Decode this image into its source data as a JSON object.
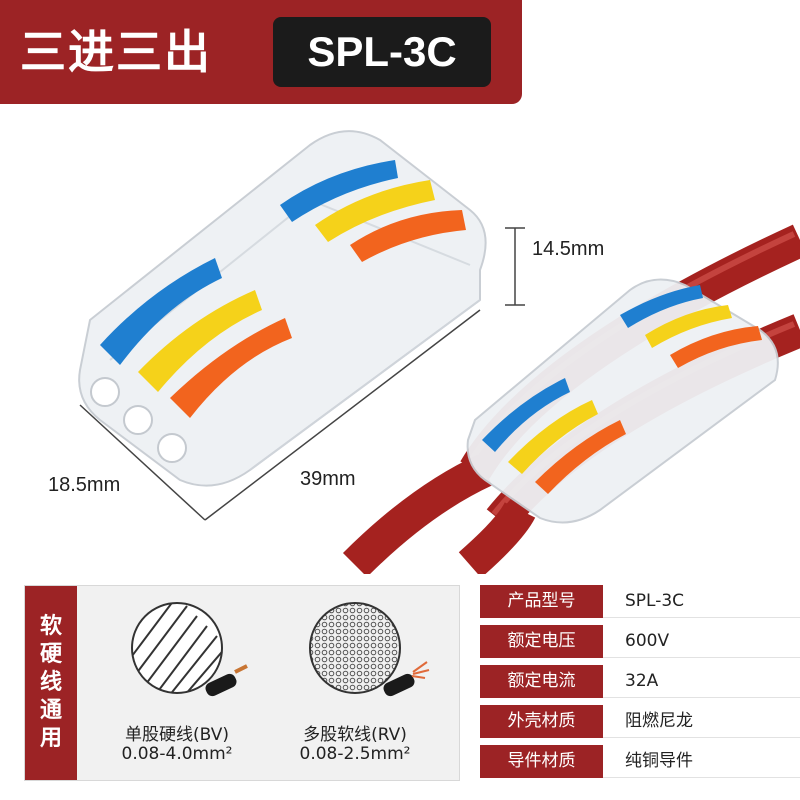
{
  "header": {
    "title": "三进三出",
    "model": "SPL-3C"
  },
  "dimensions": {
    "height": "14.5mm",
    "depth": "18.5mm",
    "length": "39mm"
  },
  "wire_panel": {
    "side_label": [
      "软",
      "硬",
      "线",
      "通",
      "用"
    ],
    "solid": {
      "name": "单股硬线(BV)",
      "range": "0.08-4.0mm²"
    },
    "stranded": {
      "name": "多股软线(RV)",
      "range": "0.08-2.5mm²"
    }
  },
  "specs": [
    {
      "label": "产品型号",
      "value": "SPL-3C"
    },
    {
      "label": "额定电压",
      "value": "600V"
    },
    {
      "label": "额定电流",
      "value": "32A"
    },
    {
      "label": "外壳材质",
      "value": "阻燃尼龙"
    },
    {
      "label": "导件材质",
      "value": "纯铜导件"
    }
  ],
  "colors": {
    "brand_red": "#9c2325",
    "lever_blue": "#1f7fd0",
    "lever_yellow": "#f5d21a",
    "lever_orange": "#f2641e",
    "wire_red": "#a5221f"
  }
}
